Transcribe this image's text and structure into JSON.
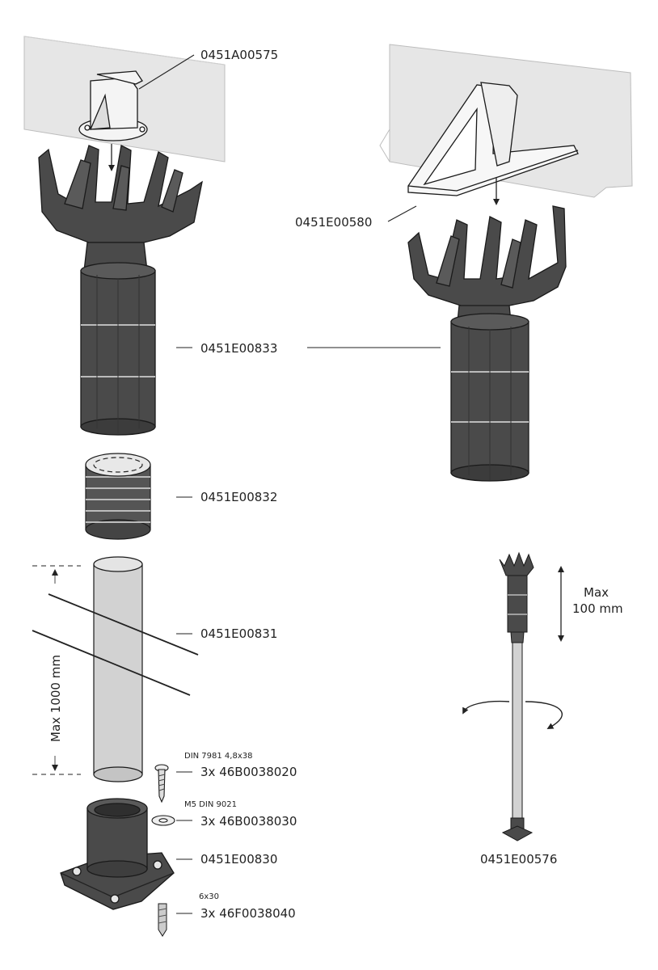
{
  "labels": {
    "clip_a": "0451A00575",
    "clip_e": "0451E00580",
    "head": "0451E00833",
    "ring": "0451E00832",
    "tube": "0451E00831",
    "screw_spec": "DIN 7981 4,8x38",
    "screw": "3x 46B0038020",
    "washer_spec": "M5 DIN 9021",
    "washer": "3x 46B0038030",
    "base": "0451E00830",
    "plug_spec": "6x30",
    "plug": "3x 46F0038040",
    "assembly": "0451E00576",
    "max_tube": "Max 1000 mm",
    "max_adjust_1": "Max",
    "max_adjust_2": "100 mm"
  },
  "colors": {
    "part_dark": "#4a4a4a",
    "part_outline": "#1a1a1a",
    "plinth": "#e6e6e6",
    "tube": "#d2d2d2",
    "ink": "#222222"
  }
}
